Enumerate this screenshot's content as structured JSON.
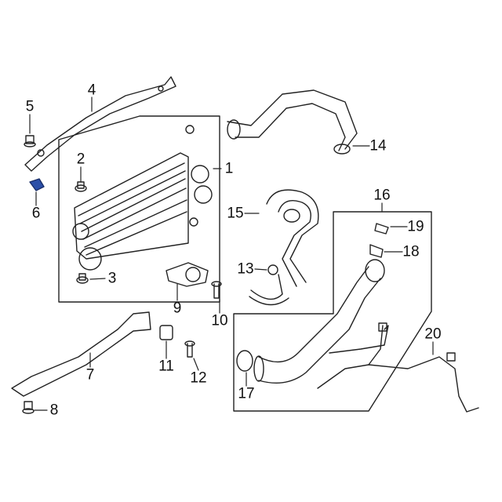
{
  "callouts": [
    "1",
    "2",
    "3",
    "4",
    "5",
    "6",
    "7",
    "8",
    "9",
    "10",
    "11",
    "12",
    "13",
    "14",
    "15",
    "16",
    "17",
    "18",
    "19",
    "20"
  ],
  "colors": {
    "line": "#222222",
    "highlight": "#2b4fa8"
  }
}
